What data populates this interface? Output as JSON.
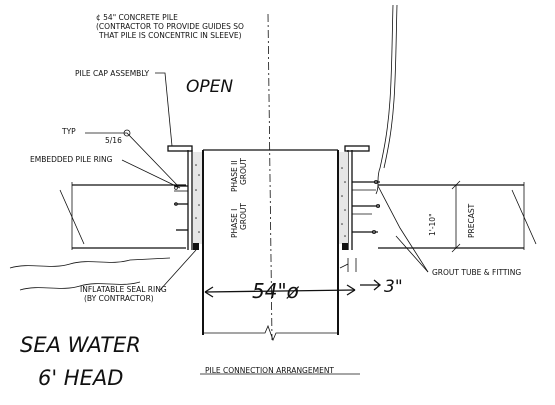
{
  "drawing": {
    "title": "PILE CONNECTION ARRANGEMENT",
    "labels": {
      "pile_line1": "¢ 54\" CONCRETE PILE",
      "pile_line2": "(CONTRACTOR TO PROVIDE GUIDES SO",
      "pile_line3": "THAT PILE IS CONCENTRIC IN SLEEVE)",
      "pile_cap": "PILE CAP ASSEMBLY",
      "typ": "TYP",
      "weld": "5/16",
      "embedded_ring": "EMBEDDED PILE RING",
      "phase2": "PHASE II",
      "phase2_grout": "GROUT",
      "phase1": "PHASE I",
      "phase1_grout": "GROUT",
      "dimension": "1'-10\"",
      "precast": "PRECAST",
      "seal_line1": "INFLATABLE SEAL RING",
      "seal_line2": "(BY CONTRACTOR)",
      "grout_tube": "GROUT TUBE & FITTING"
    },
    "handwritten": {
      "open": "OPEN",
      "diameter": "54\"ø",
      "gap": "3\"",
      "sea_water": "SEA WATER",
      "head": "6' HEAD"
    }
  }
}
